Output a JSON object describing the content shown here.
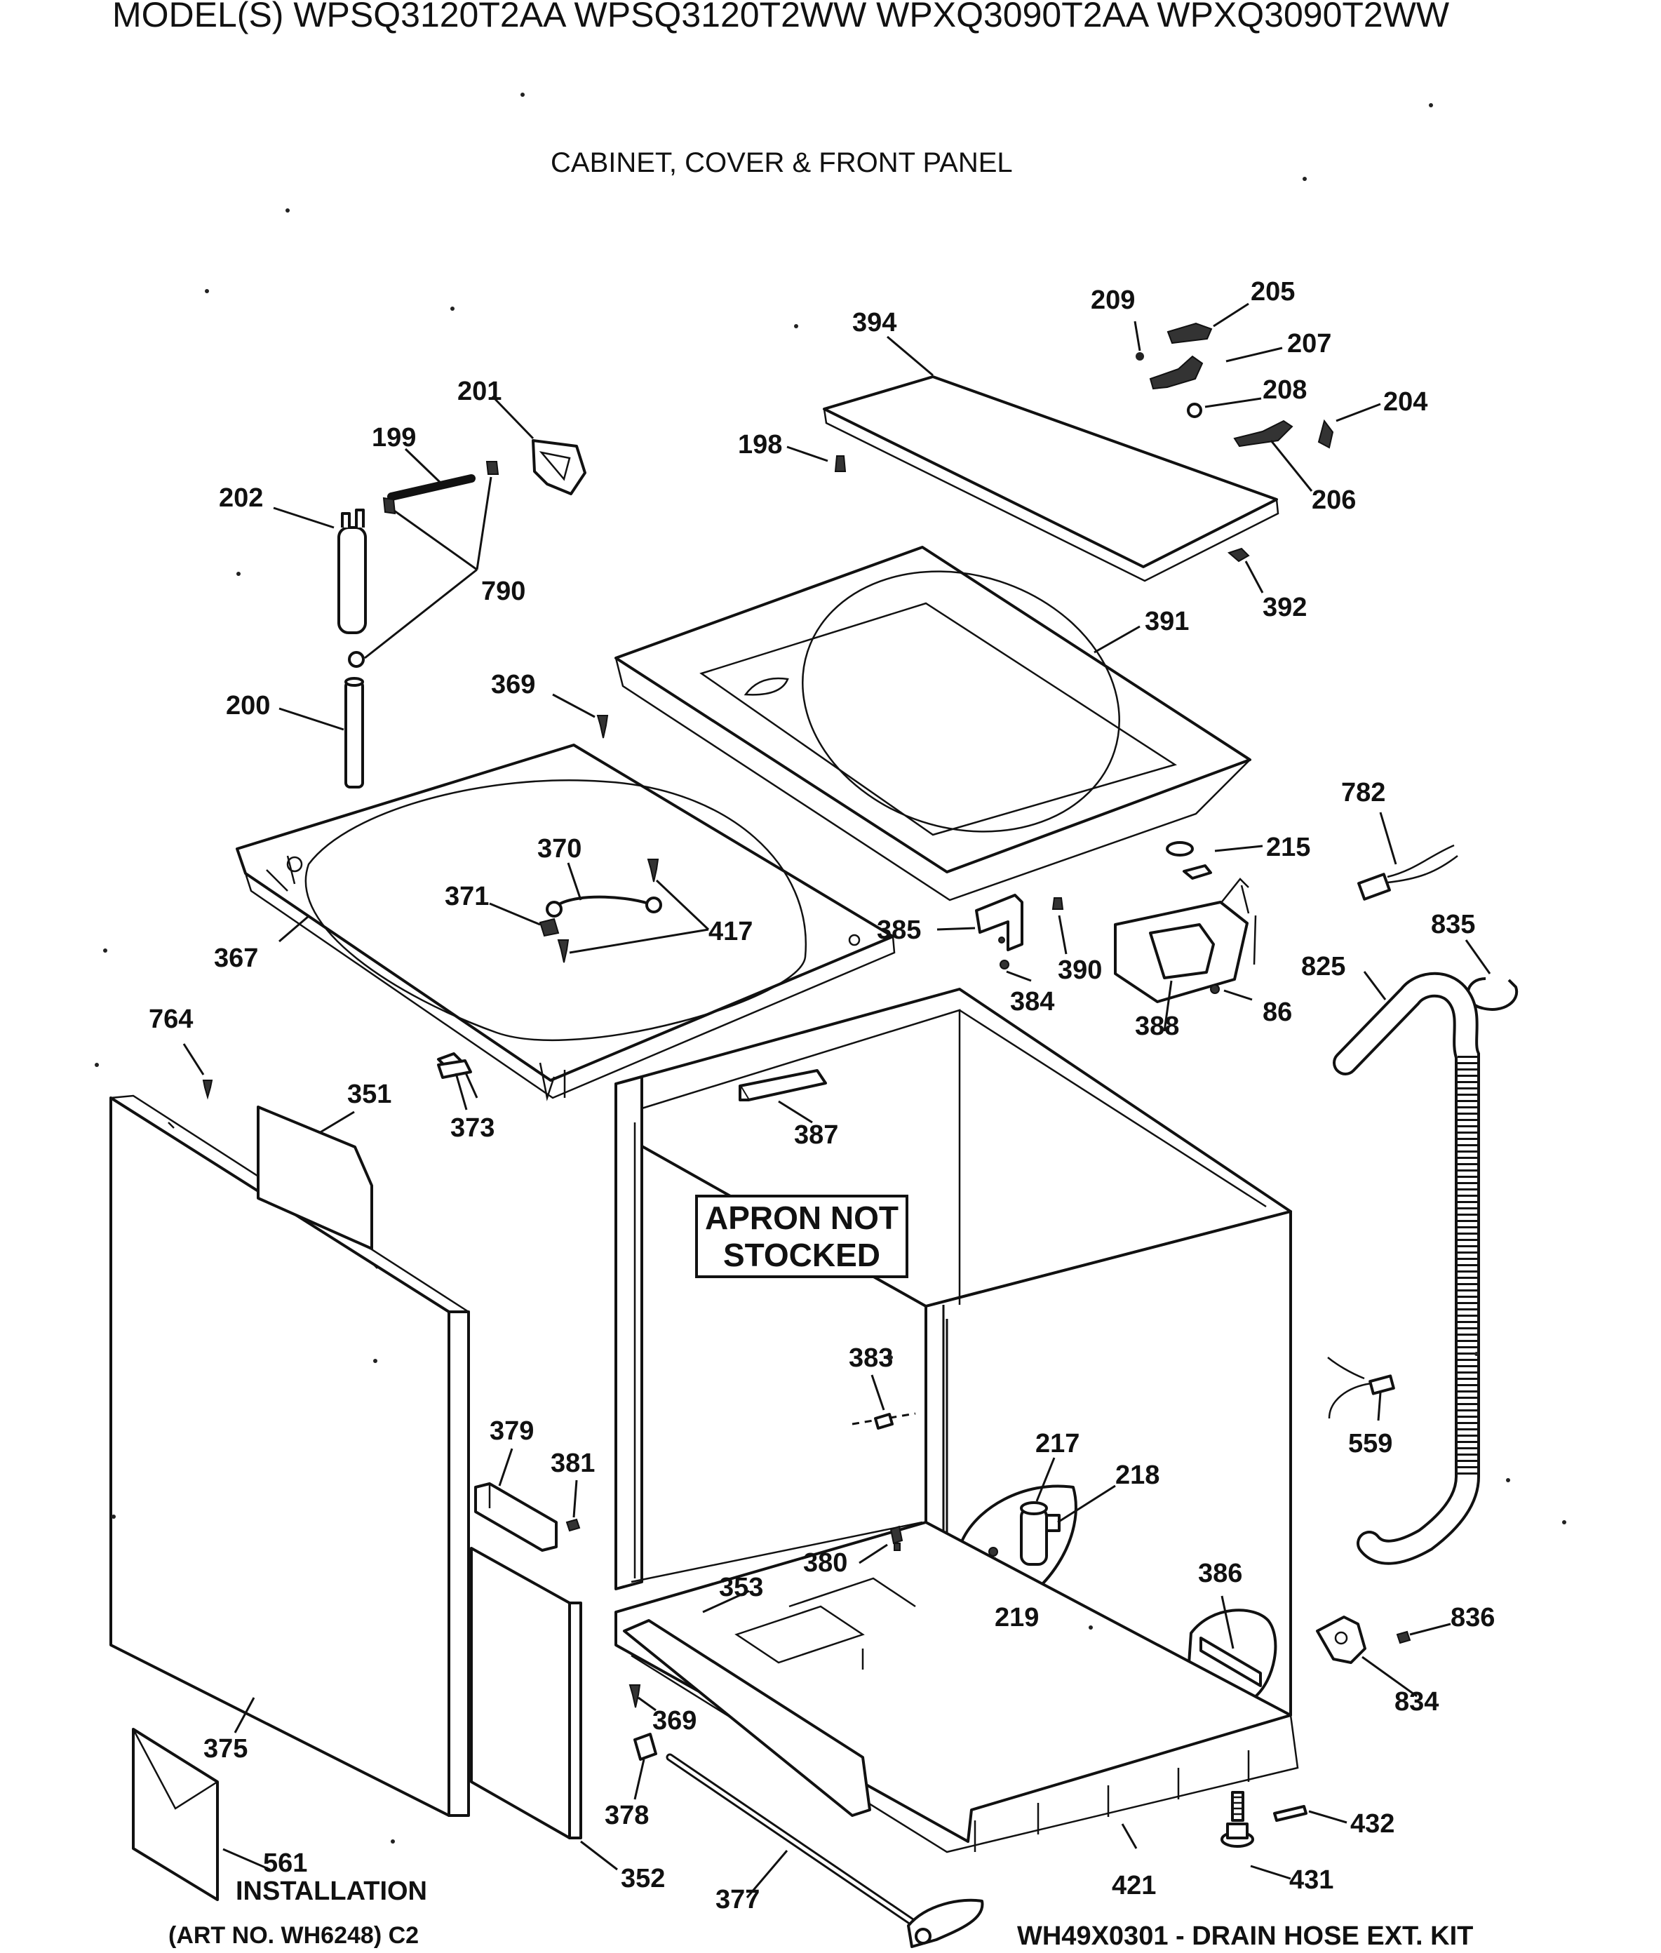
{
  "title": "MODEL(S) WPSQ3120T2AA  WPSQ3120T2WW  WPXQ3090T2AA  WPXQ3090T2WW",
  "subtitle": "CABINET, COVER & FRONT PANEL",
  "notice": {
    "line1": "APRON NOT",
    "line2": "STOCKED"
  },
  "installation_label": "INSTALLATION",
  "art_no": "(ART NO. WH6248) C2",
  "kit_note": "WH49X0301 - DRAIN HOSE EXT. KIT",
  "parts": {
    "p394": "394",
    "p209": "209",
    "p205": "205",
    "p207": "207",
    "p208": "208",
    "p204": "204",
    "p206": "206",
    "p198": "198",
    "p201": "201",
    "p199": "199",
    "p202": "202",
    "p790": "790",
    "p392": "392",
    "p391": "391",
    "p200": "200",
    "p369a": "369",
    "p782": "782",
    "p370": "370",
    "p215": "215",
    "p371": "371",
    "p417": "417",
    "p385": "385",
    "p835": "835",
    "p367": "367",
    "p390": "390",
    "p825": "825",
    "p384": "384",
    "p86": "86",
    "p388": "388",
    "p764": "764",
    "p351": "351",
    "p373": "373",
    "p387": "387",
    "p383": "383",
    "p559": "559",
    "p379": "379",
    "p217": "217",
    "p381": "381",
    "p218": "218",
    "p380": "380",
    "p386": "386",
    "p353": "353",
    "p219": "219",
    "p836": "836",
    "p369b": "369",
    "p834": "834",
    "p375": "375",
    "p378": "378",
    "p432": "432",
    "p561": "561",
    "p352": "352",
    "p431": "431",
    "p421": "421",
    "p377": "377"
  }
}
